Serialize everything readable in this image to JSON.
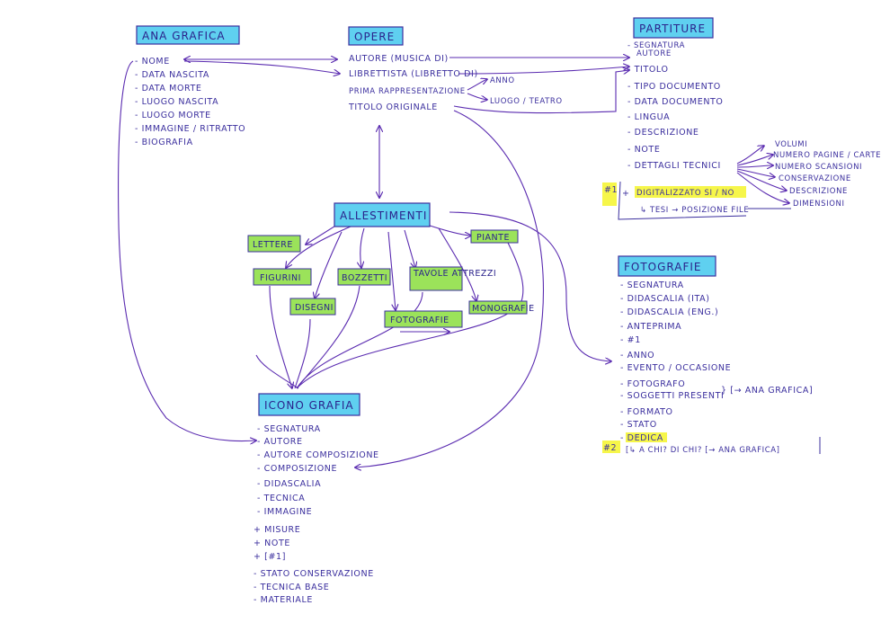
{
  "anagrafica": {
    "title": "ANA GRAFICA",
    "items": [
      "- NOME",
      "- DATA NASCITA",
      "- DATA MORTE",
      "- LUOGO NASCITA",
      "- LUOGO MORTE",
      "- IMMAGINE / RITRATTO",
      "- BIOGRAFIA"
    ]
  },
  "opere": {
    "title": "OPERE",
    "items": [
      "AUTORE (MUSICA DI)",
      "LIBRETTISTA (LIBRETTO DI)",
      "PRIMA RAPPRESENTAZIONE",
      "TITOLO ORIGINALE"
    ],
    "sub": [
      "ANNO",
      "LUOGO / TEATRO"
    ]
  },
  "partiture": {
    "title": "PARTITURE",
    "items": [
      "- SEGNATURA",
      "AUTORE",
      "- TITOLO",
      "- TIPO DOCUMENTO",
      "- DATA DOCUMENTO",
      "- LINGUA",
      "- DESCRIZIONE",
      "- NOTE",
      "- DETTAGLI TECNICI"
    ],
    "tech": [
      "VOLUMI",
      "NUMERO PAGINE / CARTE",
      "NUMERO SCANSIONI",
      "CONSERVAZIONE",
      "DESCRIZIONE",
      "DIMENSIONI"
    ],
    "marker": "#1",
    "digitalizzato": "DIGITALIZZATO  SI / NO",
    "plus": "+",
    "tesi": "↳ TESI → POSIZIONE FILE"
  },
  "allestimenti": {
    "title": "ALLESTIMENTI",
    "children": [
      "LETTERE",
      "FIGURINI",
      "BOZZETTI",
      "TAVOLE ATTREZZI",
      "PIANTE",
      "DISEGNI",
      "FOTOGRAFIE",
      "MONOGRAFIE"
    ]
  },
  "fotografie": {
    "title": "FOTOGRAFIE",
    "items": [
      "- SEGNATURA",
      "- DIDASCALIA (ITA)",
      "- DIDASCALIA (ENG.)",
      "- ANTEPRIMA",
      "- #1",
      "- ANNO",
      "- EVENTO / OCCASIONE",
      "- FOTOGRAFO",
      "- SOGGETTI PRESENTI",
      "- FORMATO",
      "- STATO",
      "- DEDICA"
    ],
    "to_anagrafica": "} [→ ANA GRAFICA]",
    "marker2": "#2",
    "dedica_detail": "[↳ A CHI? DI CHI? [→ ANA GRAFICA]"
  },
  "iconografia": {
    "title": "ICONO GRAFIA",
    "items": [
      "- SEGNATURA",
      "- AUTORE",
      "- AUTORE COMPOSIZIONE",
      "- COMPOSIZIONE",
      "- DIDASCALIA",
      "- TECNICA",
      "- IMMAGINE",
      "+ MISURE",
      "+ NOTE",
      "+ [#1]",
      "- STATO CONSERVAZIONE",
      "- TECNICA BASE",
      "- MATERIALE"
    ]
  }
}
